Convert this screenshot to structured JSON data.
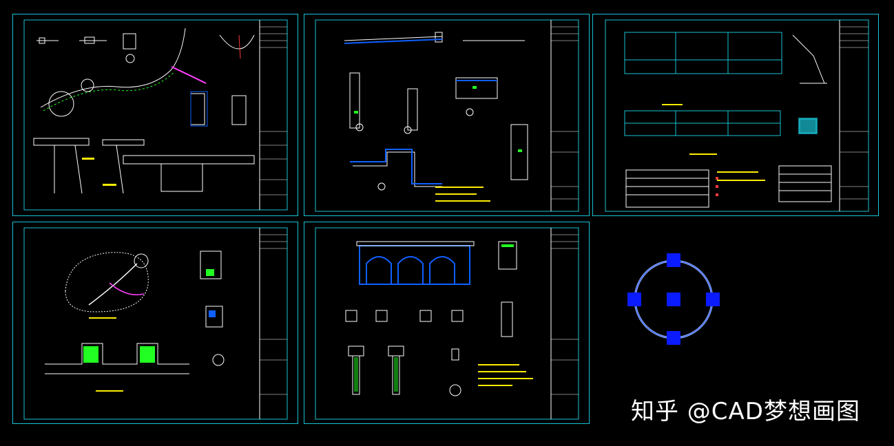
{
  "watermark": {
    "text": "知乎 @CAD梦想画图"
  },
  "colors": {
    "frame": "#19c3d6",
    "line": "#ffffff",
    "green": "#22ff22",
    "blue": "#1060ff",
    "yellow": "#ffee00",
    "red": "#ff3b3b",
    "magenta": "#ff40ff",
    "grip": "#0b1bff"
  },
  "sheets": [
    {
      "id": "sheet-1"
    },
    {
      "id": "sheet-2"
    },
    {
      "id": "sheet-3"
    },
    {
      "id": "sheet-4"
    },
    {
      "id": "sheet-5"
    }
  ],
  "selection": {
    "shape": "circle",
    "grips": 5
  }
}
